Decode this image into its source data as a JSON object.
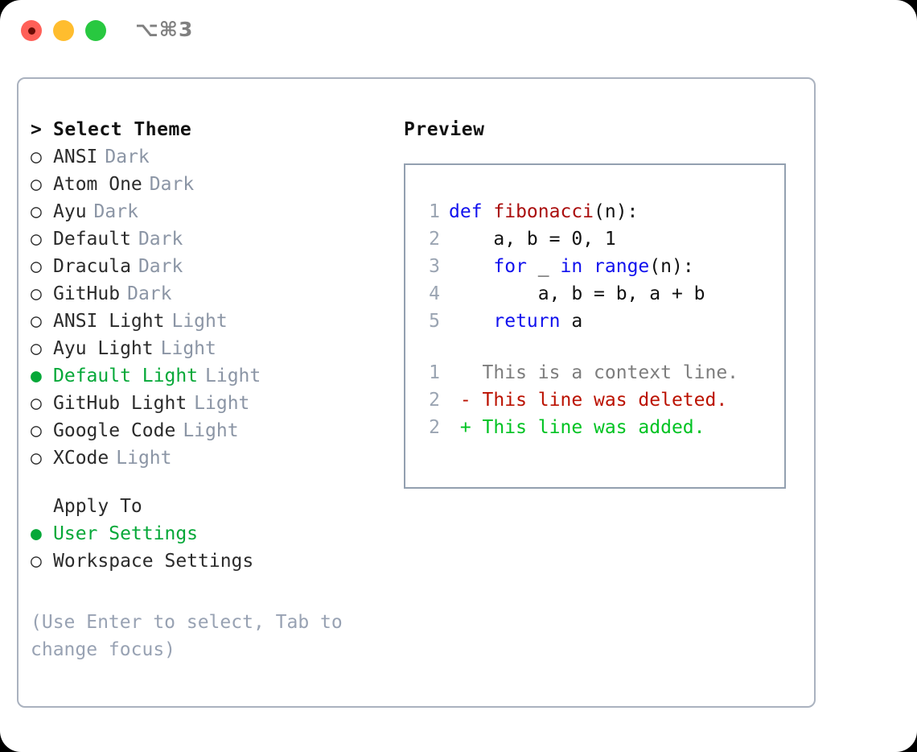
{
  "titlebar": {
    "shortcut": "⌥⌘3",
    "buttons": [
      "close",
      "minimize",
      "maximize"
    ]
  },
  "theme_list": {
    "header_marker": ">",
    "header_label": "Select Theme",
    "unselected_marker": "○",
    "selected_marker": "●",
    "items": [
      {
        "marker": "○",
        "label": "ANSI",
        "variant": "Dark",
        "selected": false
      },
      {
        "marker": "○",
        "label": "Atom One",
        "variant": "Dark",
        "selected": false
      },
      {
        "marker": "○",
        "label": "Ayu",
        "variant": "Dark",
        "selected": false
      },
      {
        "marker": "○",
        "label": "Default",
        "variant": "Dark",
        "selected": false
      },
      {
        "marker": "○",
        "label": "Dracula",
        "variant": "Dark",
        "selected": false
      },
      {
        "marker": "○",
        "label": "GitHub",
        "variant": "Dark",
        "selected": false
      },
      {
        "marker": "○",
        "label": "ANSI Light",
        "variant": "Light",
        "selected": false
      },
      {
        "marker": "○",
        "label": "Ayu Light",
        "variant": "Light",
        "selected": false
      },
      {
        "marker": "●",
        "label": "Default Light",
        "variant": "Light",
        "selected": true
      },
      {
        "marker": "○",
        "label": "GitHub Light",
        "variant": "Light",
        "selected": false
      },
      {
        "marker": "○",
        "label": "Google Code",
        "variant": "Light",
        "selected": false
      },
      {
        "marker": "○",
        "label": "XCode",
        "variant": "Light",
        "selected": false
      }
    ]
  },
  "apply_to": {
    "title": "Apply To",
    "items": [
      {
        "marker": "●",
        "label": "User Settings",
        "selected": true
      },
      {
        "marker": "○",
        "label": "Workspace Settings",
        "selected": false
      }
    ]
  },
  "hint": "(Use Enter to select, Tab to change focus)",
  "preview": {
    "title": "Preview",
    "code_lines": [
      {
        "n": "1",
        "tokens": [
          {
            "t": "def ",
            "c": "kw"
          },
          {
            "t": "fibonacci",
            "c": "fn"
          },
          {
            "t": "(n):",
            "c": "plain"
          }
        ]
      },
      {
        "n": "2",
        "tokens": [
          {
            "t": "    a, b = 0, 1",
            "c": "plain"
          }
        ]
      },
      {
        "n": "3",
        "tokens": [
          {
            "t": "    ",
            "c": "plain"
          },
          {
            "t": "for",
            "c": "kw"
          },
          {
            "t": " _ ",
            "c": "plain"
          },
          {
            "t": "in",
            "c": "kw"
          },
          {
            "t": " ",
            "c": "plain"
          },
          {
            "t": "range",
            "c": "kw"
          },
          {
            "t": "(n):",
            "c": "plain"
          }
        ]
      },
      {
        "n": "4",
        "tokens": [
          {
            "t": "        a, b = b, a + b",
            "c": "plain"
          }
        ]
      },
      {
        "n": "5",
        "tokens": [
          {
            "t": "    ",
            "c": "plain"
          },
          {
            "t": "return",
            "c": "kw"
          },
          {
            "t": " a",
            "c": "plain"
          }
        ]
      }
    ],
    "diff_lines": [
      {
        "n": "1",
        "sign": " ",
        "text": "This is a context line.",
        "kind": "ctx"
      },
      {
        "n": "2",
        "sign": "-",
        "text": "This line was deleted.",
        "kind": "del"
      },
      {
        "n": "2",
        "sign": "+",
        "text": "This line was added.",
        "kind": "add"
      }
    ]
  },
  "colors": {
    "accent_green": "#05a838",
    "muted_gray": "#8b95a5",
    "keyword_blue": "#1111ee",
    "function_red": "#aa0d0d",
    "diff_delete": "#bb1100",
    "diff_add": "#00c322",
    "panel_border": "#aab2bf",
    "preview_border": "#93a0b0"
  }
}
